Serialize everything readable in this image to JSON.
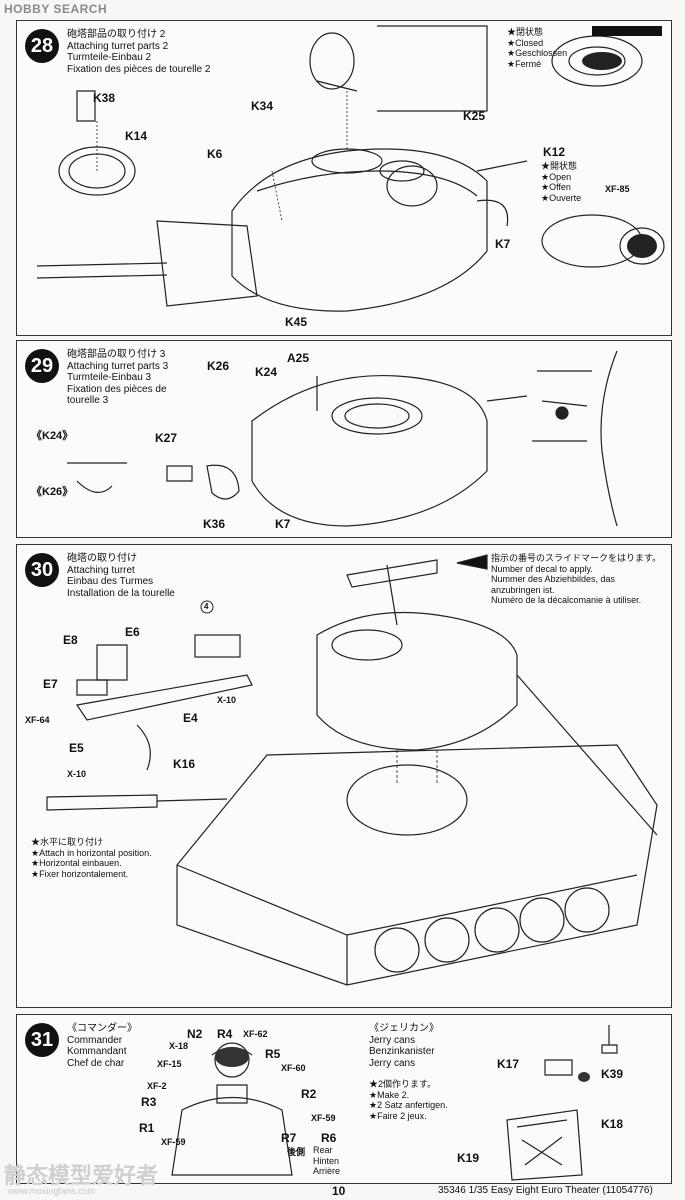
{
  "header": {
    "brand": "HOBBY SEARCH"
  },
  "step28": {
    "number": "28",
    "title_jp": "砲塔部品の取り付け 2",
    "title_en": "Attaching turret parts 2",
    "title_de": "Turmteile-Einbau 2",
    "title_fr": "Fixation des pièces de tourelle 2",
    "labels": {
      "k38": "K38",
      "k14": "K14",
      "k34": "K34",
      "k6": "K6",
      "k25": "K25",
      "k12": "K12",
      "k7": "K7",
      "k45": "K45",
      "xf85": "XF-85"
    },
    "closed_note": [
      "★閉状態",
      "★Closed",
      "★Geschlossen",
      "★Fermé"
    ],
    "open_note": [
      "★開状態",
      "★Open",
      "★Offen",
      "★Ouverte"
    ]
  },
  "step29": {
    "number": "29",
    "title_jp": "砲塔部品の取り付け 3",
    "title_en": "Attaching turret parts 3",
    "title_de": "Turmteile-Einbau 3",
    "title_fr1": "Fixation des pièces de",
    "title_fr2": "tourelle 3",
    "labels": {
      "k26": "K26",
      "k24": "K24",
      "a25": "A25",
      "k27": "K27",
      "k36": "K36",
      "k7": "K7",
      "k24_ref": "《K24》",
      "k26_ref": "《K26》"
    }
  },
  "step30": {
    "number": "30",
    "title_jp": "砲塔の取り付け",
    "title_en": "Attaching turret",
    "title_de": "Einbau des Turmes",
    "title_fr": "Installation de la tourelle",
    "decal_note": [
      "指示の番号のスライドマークをはります。",
      "Number of decal to apply.",
      "Nummer des Abziehbildes, das",
      "anzubringen ist.",
      "Numéro de la décalcomanie à utiliser."
    ],
    "decal_number": "4",
    "labels": {
      "e8": "E8",
      "e6": "E6",
      "e7": "E7",
      "e4": "E4",
      "e5": "E5",
      "k16": "K16",
      "x10a": "X-10",
      "x10b": "X-10",
      "xf64": "XF-64"
    },
    "attach_note": [
      "★水平に取り付け",
      "★Attach in horizontal position.",
      "★Horizontal einbauen.",
      "★Fixer horizontalement."
    ]
  },
  "step31": {
    "number": "31",
    "commander": [
      "《コマンダー》",
      "Commander",
      "Kommandant",
      "Chef de char"
    ],
    "labels": {
      "n2": "N2",
      "r4": "R4",
      "xf62": "XF-62",
      "x18": "X-18",
      "r5": "R5",
      "xf15": "XF-15",
      "xf60": "XF-60",
      "xf2": "XF-2",
      "r2": "R2",
      "r3": "R3",
      "xf59a": "XF-59",
      "r1": "R1",
      "xf59b": "XF-59",
      "r7": "R7",
      "r6": "R6"
    },
    "rear_note": [
      "後側",
      "Rear",
      "Hinten",
      "Arrière"
    ],
    "jerry": [
      "《ジェリカン》",
      "Jerry cans",
      "Benzinkanister",
      "Jerry cans"
    ],
    "make2": [
      "★2個作ります。",
      "★Make 2.",
      "★2 Satz anfertigen.",
      "★Faire 2 jeux."
    ],
    "jerry_labels": {
      "k17": "K17",
      "k39": "K39",
      "k18": "K18",
      "k19": "K19"
    }
  },
  "footer": {
    "page": "10",
    "kit": "35346",
    "scale": "1/35",
    "name": "Easy Eight Euro Theater",
    "code": "(11054776)"
  },
  "watermark": {
    "text": "静态模型爱好者",
    "url": "www.moxingfans.com"
  }
}
